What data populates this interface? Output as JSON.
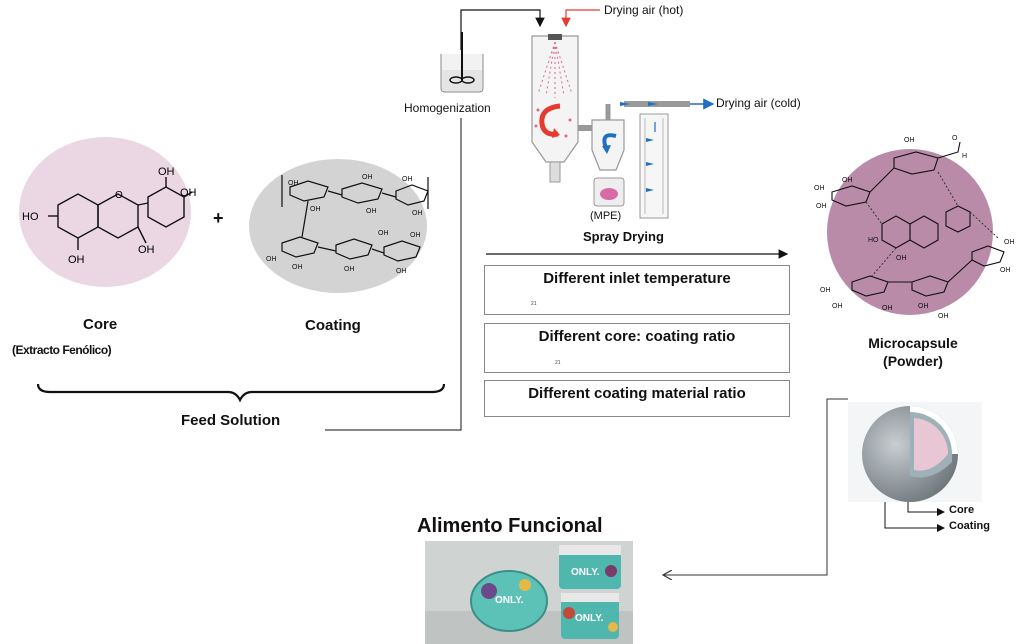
{
  "labels": {
    "drying_air_hot": "Drying air (hot)",
    "drying_air_cold": "Drying air (cold)",
    "homogenization": "Homogenization",
    "mpe": "(MPE)",
    "spray_drying": "Spray Drying",
    "core": "Core",
    "core_sub": "(Extracto Fenólico)",
    "coating": "Coating",
    "plus": "+",
    "feed_solution": "Feed Solution",
    "microcapsule": "Microcapsule",
    "powder": "(Powder)",
    "alimento_funcional": "Alimento Funcional",
    "legend_core": "Core",
    "legend_coating": "Coating"
  },
  "core_molecule": {
    "oh_top1": "OH",
    "oh_top2": "OH",
    "ho_left": "HO",
    "o_ring": "O",
    "oh_mid": "OH",
    "oh_bottom": "OH"
  },
  "conditions": [
    {
      "title": "Different inlet temperature",
      "note": "21"
    },
    {
      "title": "Different core: coating ratio",
      "note": "21"
    },
    {
      "title": "Different coating material ratio",
      "note": ""
    }
  ],
  "product": {
    "brand": "ONLY."
  },
  "colors": {
    "core_fill": "#ead7e3",
    "coating_fill": "#d3d3d3",
    "microcapsule_fill": "#b98ba8",
    "hot_arrow": "#e53b2f",
    "cold_arrow": "#1f6fc2",
    "product_teal": "#4fb7ad"
  }
}
